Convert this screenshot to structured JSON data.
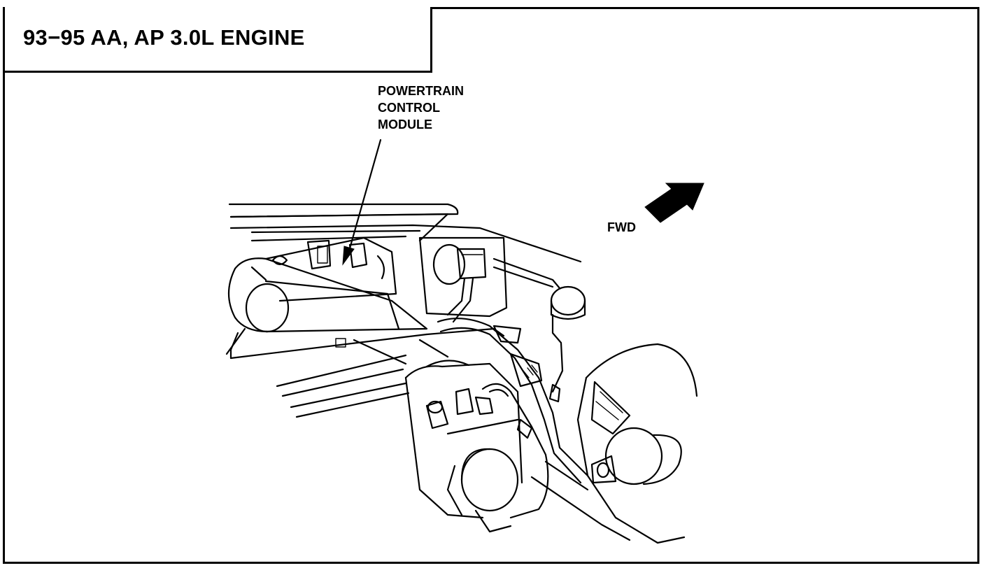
{
  "title": "93−95 AA, AP 3.0L ENGINE",
  "callouts": {
    "pcm": [
      "POWERTRAIN",
      "CONTROL",
      "MODULE"
    ],
    "fwd": "FWD"
  },
  "icons": [
    "forward-arrow-icon",
    "leader-arrow-icon"
  ],
  "colors": {
    "line": "#000000",
    "background": "#ffffff"
  }
}
